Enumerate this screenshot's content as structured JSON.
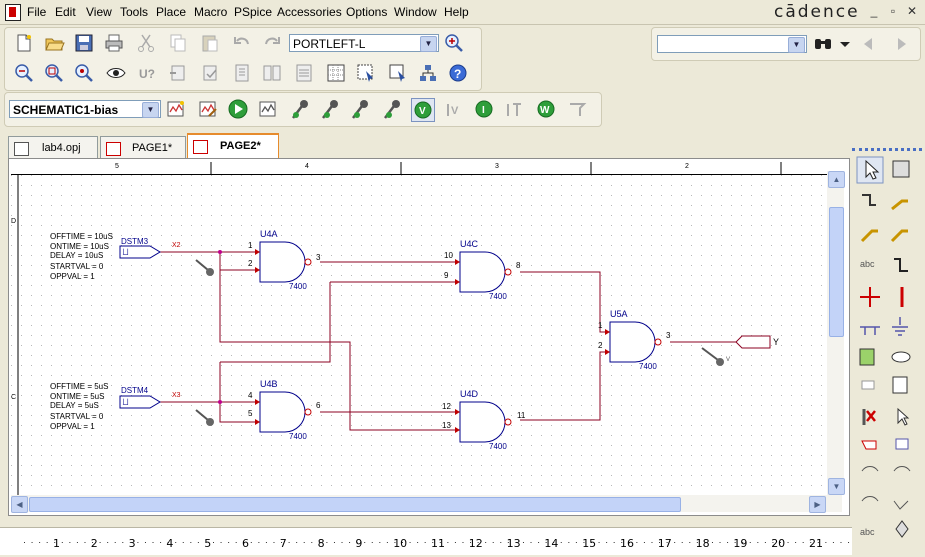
{
  "app": {
    "brand": "cādence"
  },
  "menu": [
    "File",
    "Edit",
    "View",
    "Tools",
    "Place",
    "Macro",
    "PSpice",
    "Accessories",
    "Options",
    "Window",
    "Help"
  ],
  "window_controls": [
    "_",
    "▫",
    "✕"
  ],
  "toolbar": {
    "part_combo_value": "PORTLEFT-L",
    "search_combo_value": "",
    "profile_combo_value": "SCHEMATIC1-bias"
  },
  "tabs": [
    {
      "label": "lab4.opj",
      "active": false
    },
    {
      "label": "PAGE1*",
      "active": false
    },
    {
      "label": "PAGE2*",
      "active": true
    }
  ],
  "ruler": {
    "top_labels": [
      "5",
      "4",
      "3",
      "2"
    ],
    "left_labels": [
      "D",
      "C"
    ]
  },
  "schematic": {
    "source1": {
      "name": "DSTM3",
      "net": "X2",
      "props": [
        "OFFTIME = 10uS",
        "ONTIME = 10uS",
        "DELAY = 10uS",
        "STARTVAL = 0",
        "OPPVAL = 1"
      ]
    },
    "source2": {
      "name": "DSTM4",
      "net": "X3",
      "props": [
        "OFFTIME = 5uS",
        "ONTIME = 5uS",
        "DELAY = 5uS",
        "STARTVAL = 0",
        "OPPVAL = 1"
      ]
    },
    "gates": [
      {
        "ref": "U4A",
        "type": "7400",
        "in1": "1",
        "in2": "2",
        "out": "3"
      },
      {
        "ref": "U4B",
        "type": "7400",
        "in1": "4",
        "in2": "5",
        "out": "6"
      },
      {
        "ref": "U4C",
        "type": "7400",
        "in1": "10",
        "in2": "9",
        "out": "8"
      },
      {
        "ref": "U4D",
        "type": "7400",
        "in1": "12",
        "in2": "13",
        "out": "11"
      },
      {
        "ref": "U5A",
        "type": "7400",
        "in1": "1",
        "in2": "2",
        "out": "3"
      }
    ],
    "output_port": "Y",
    "probe_label": "V",
    "stim_symbol": "ㄩ"
  },
  "bottom_ruler": [
    "1",
    "2",
    "3",
    "4",
    "5",
    "6",
    "7",
    "8",
    "9",
    "10",
    "11",
    "12",
    "13",
    "14",
    "15",
    "16",
    "17",
    "18",
    "19",
    "20",
    "21"
  ]
}
